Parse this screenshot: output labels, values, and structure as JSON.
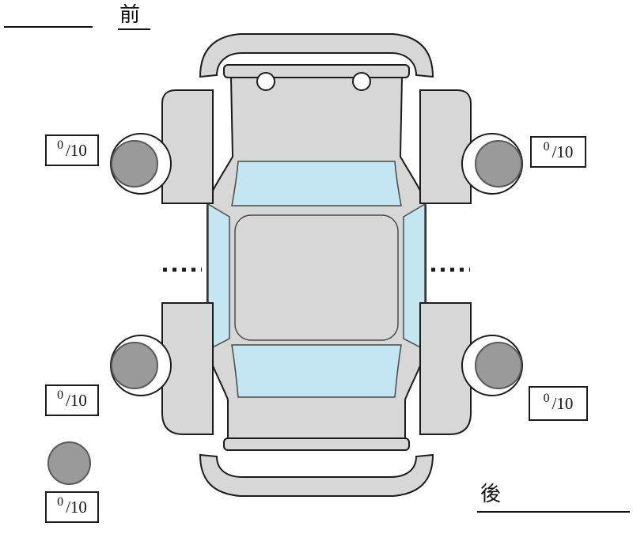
{
  "page": {
    "front_label": "前",
    "rear_label": "後"
  },
  "tread_scores": {
    "front_left": {
      "value": "0",
      "max": "/10"
    },
    "front_right": {
      "value": "0",
      "max": "/10"
    },
    "rear_left": {
      "value": "0",
      "max": "/10"
    },
    "rear_right": {
      "value": "0",
      "max": "/10"
    },
    "spare": {
      "value": "0",
      "max": "/10"
    }
  },
  "colors": {
    "background": "#ffffff",
    "body": "#d7d7d7",
    "glass": "#c4e5f2",
    "tire": "#9a9a9a",
    "tire_edge": "#5a5a5a",
    "outline": "#1c1c1c"
  }
}
